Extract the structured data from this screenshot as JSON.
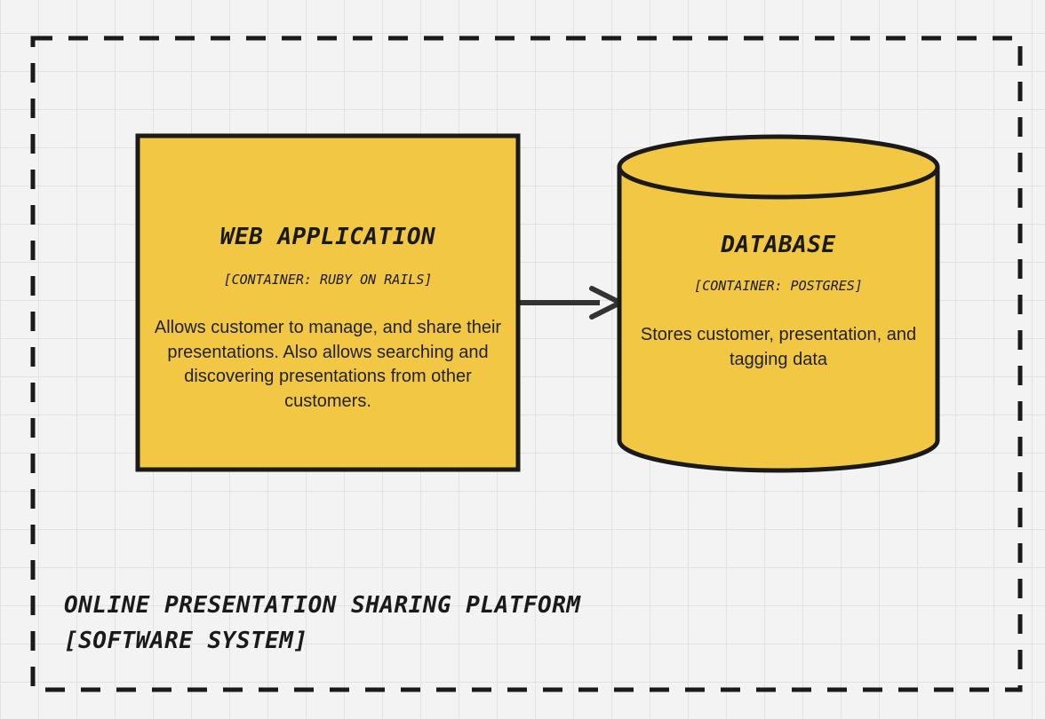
{
  "boundary": {
    "name": "ONLINE PRESENTATION SHARING PLATFORM",
    "type": "[SOFTWARE SYSTEM]"
  },
  "web_app": {
    "title": "WEB APPLICATION",
    "technology": "[CONTAINER: RUBY ON RAILS]",
    "description": "Allows customer to manage, and share their presentations. Also allows searching and discovering presentations from other customers."
  },
  "database": {
    "title": "DATABASE",
    "technology": "[CONTAINER: POSTGRES]",
    "description": "Stores customer, presentation, and tagging data"
  },
  "colors": {
    "background": "#f3f3f3",
    "grid": "#e2e2e2",
    "container_fill": "#f2c744",
    "stroke": "#1a1a1a",
    "arrow": "#333333"
  }
}
